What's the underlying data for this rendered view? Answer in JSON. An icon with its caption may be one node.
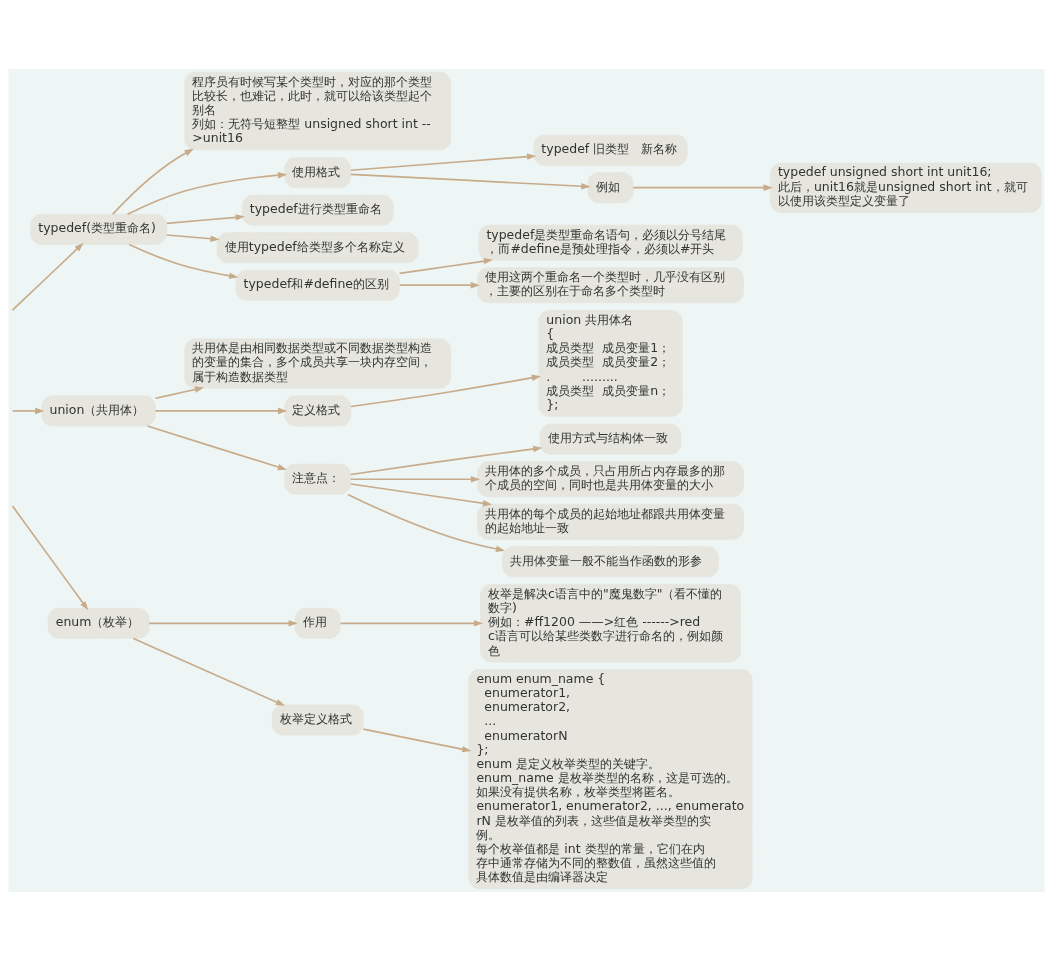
{
  "diagram": {
    "nodes": [
      {
        "text": [
          "typedef(类型重命名)"
        ]
      },
      {
        "text": [
          "程序员有时候写某个类型时，对应的那个类型比较长，也难记，此时，就可以给该类型起个别名",
          "列如：无符号短整型 unsigned short int -->unit16"
        ]
      },
      {
        "text": [
          "使用格式"
        ]
      },
      {
        "text": [
          "typedef 旧类型   新名称"
        ]
      },
      {
        "text": [
          "例如"
        ]
      },
      {
        "text": [
          "typedef unsigned short int unit16;",
          "此后，unit16就是unsigned short int，就可以使用该类型定义变量了"
        ]
      },
      {
        "text": [
          "typedef进行类型重命名"
        ]
      },
      {
        "text": [
          "使用typedef给类型多个名称定义"
        ]
      },
      {
        "text": [
          "typedef和#define的区别"
        ]
      },
      {
        "text": [
          "typedef是类型重命名语句，必须以分号结尾，而#define是预处理指令，必须以#开头"
        ]
      },
      {
        "text": [
          "使用这两个重命名一个类型时，几乎没有区别，主要的区别在于命名多个类型时"
        ]
      },
      {
        "text": [
          "union（共用体）"
        ]
      },
      {
        "text": [
          "共用体是由相同数据类型或不同数据类型构造的变量的集合，多个成员共享一块内存空间，属于构造数据类型"
        ]
      },
      {
        "text": [
          "定义格式"
        ]
      },
      {
        "text": [
          "union 共用体名",
          "{",
          "成员类型  成员变量1；",
          "成员类型  成员变量2；",
          ".        .........",
          "成员类型  成员变量n；",
          "};"
        ]
      },
      {
        "text": [
          "注意点："
        ]
      },
      {
        "text": [
          "使用方式与结构体一致"
        ]
      },
      {
        "text": [
          "共用体的多个成员，只占用所占内存最多的那个成员的空间，同时也是共用体变量的大小"
        ]
      },
      {
        "text": [
          "共用体的每个成员的起始地址都跟共用体变量的起始地址一致"
        ]
      },
      {
        "text": [
          "共用体变量一般不能当作函数的形参"
        ]
      },
      {
        "text": [
          "enum（枚举）"
        ]
      },
      {
        "text": [
          "作用"
        ]
      },
      {
        "text": [
          "枚举是解决c语言中的\"魔鬼数字\"（看不懂的数字)",
          "例如：#ff1200 ——>红色 ------>red",
          "c语言可以给某些类数字进行命名的，例如颜色"
        ]
      },
      {
        "text": [
          "枚举定义格式"
        ]
      },
      {
        "text": [
          "enum enum_name {",
          "   enumerator1,",
          "   enumerator2,",
          "   ...",
          "   enumeratorN",
          "};",
          "enum 是定义枚举类型的关键字。",
          "enum_name 是枚举类型的名称，这是可选的。如果没有提供名称，枚举类型将匿名。",
          "enumerator1, enumerator2, ..., enumeratorN 是枚举值的列表，这些值是枚举类型的实例。",
          "每个枚举值都是 int 类型的常量，它们在内存中通常存储为不同的整数值，虽然这些值的具体数值是由编译器决定"
        ]
      }
    ],
    "edges": [
      {
        "from": null,
        "to": 0,
        "arrow": "to"
      },
      {
        "from": null,
        "to": 11,
        "arrow": "to"
      },
      {
        "from": null,
        "to": 20,
        "arrow": "to"
      },
      {
        "from": 0,
        "to": 1,
        "arrow": "to"
      },
      {
        "from": 0,
        "to": 2,
        "arrow": "to"
      },
      {
        "from": 2,
        "to": 3,
        "arrow": "to"
      },
      {
        "from": 2,
        "to": 4,
        "arrow": "to"
      },
      {
        "from": 4,
        "to": 5,
        "arrow": "to"
      },
      {
        "from": 0,
        "to": 6,
        "arrow": "to"
      },
      {
        "from": 0,
        "to": 7,
        "arrow": "to"
      },
      {
        "from": 0,
        "to": 8,
        "arrow": "to"
      },
      {
        "from": 8,
        "to": 9,
        "arrow": "to"
      },
      {
        "from": 8,
        "to": 10,
        "arrow": "to"
      },
      {
        "from": 11,
        "to": 12,
        "arrow": "to"
      },
      {
        "from": 11,
        "to": 13,
        "arrow": "to"
      },
      {
        "from": 13,
        "to": 14,
        "arrow": "to"
      },
      {
        "from": 11,
        "to": 15,
        "arrow": "to"
      },
      {
        "from": 15,
        "to": 16,
        "arrow": "to"
      },
      {
        "from": 15,
        "to": 17,
        "arrow": "to"
      },
      {
        "from": 15,
        "to": 18,
        "arrow": "to"
      },
      {
        "from": 15,
        "to": 19,
        "arrow": "to"
      },
      {
        "from": 20,
        "to": 21,
        "arrow": "to"
      },
      {
        "from": 21,
        "to": 22,
        "arrow": "to"
      },
      {
        "from": 20,
        "to": 23,
        "arrow": "to"
      },
      {
        "from": 23,
        "to": 24,
        "arrow": "to"
      }
    ]
  }
}
